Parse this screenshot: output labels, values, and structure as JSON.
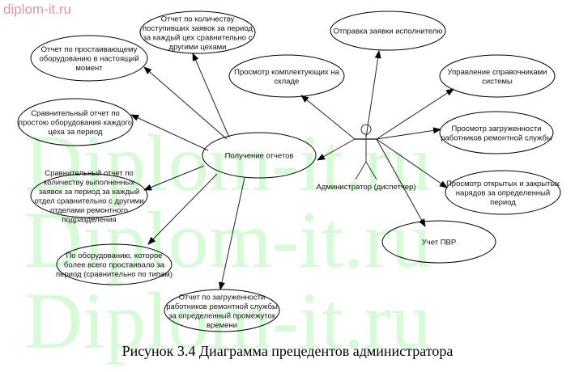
{
  "watermark": {
    "site": "diplom-it.ru",
    "big": "Diplom-it.ru"
  },
  "actor": {
    "label": "Администратор (диспетчер)"
  },
  "use_cases": [
    {
      "id": "idle-equipment-report",
      "lines": [
        "Отчет по  простаивающему",
        "оборудованию в настоящий",
        "момент"
      ]
    },
    {
      "id": "incoming-requests-report",
      "lines": [
        "Отчет по количеству",
        "поступивших заявок за период",
        "за каждый цех  сравнительно с",
        "другими цехами"
      ]
    },
    {
      "id": "view-warehouse-parts",
      "lines": [
        "Просмотр комплектующих на",
        "складе"
      ]
    },
    {
      "id": "send-request-executor",
      "lines": [
        "Отправка заявки исполнителю"
      ]
    },
    {
      "id": "manage-directories",
      "lines": [
        "Управление справочниками",
        "системы"
      ]
    },
    {
      "id": "view-staff-load",
      "lines": [
        "Просмотр загруженности",
        "работников ремонтной службы"
      ]
    },
    {
      "id": "view-open-closed-orders",
      "lines": [
        "Просмотр открытых и закрытых",
        "нарядов за определенный",
        "период"
      ]
    },
    {
      "id": "pvr-accounting",
      "lines": [
        "Учет ПВР"
      ]
    },
    {
      "id": "get-reports",
      "lines": [
        "Получение отчетов"
      ]
    },
    {
      "id": "downtime-comparative-report",
      "lines": [
        "Сравнительный отчет по",
        "простою оборудования каждого",
        "цеха за период"
      ]
    },
    {
      "id": "completed-requests-comparative-report",
      "lines": [
        "Сравнительный отчет  по",
        "количеству выполненных",
        "заявок за период за каждый",
        "отдел  сравнительно  с другими",
        "отделами ремонтного",
        "подразделения"
      ]
    },
    {
      "id": "most-idle-equipment-report",
      "lines": [
        "По оборудованию, которое",
        "более всего простаивало за",
        "период (сравнительно по типам)"
      ]
    },
    {
      "id": "staff-load-period-report",
      "lines": [
        "Отчет по загруженности",
        "работников ремонтной службы",
        "за определенный промежуток",
        "времени"
      ]
    }
  ],
  "caption": "Рисунок 3.4  Диаграмма прецедентов администратора"
}
